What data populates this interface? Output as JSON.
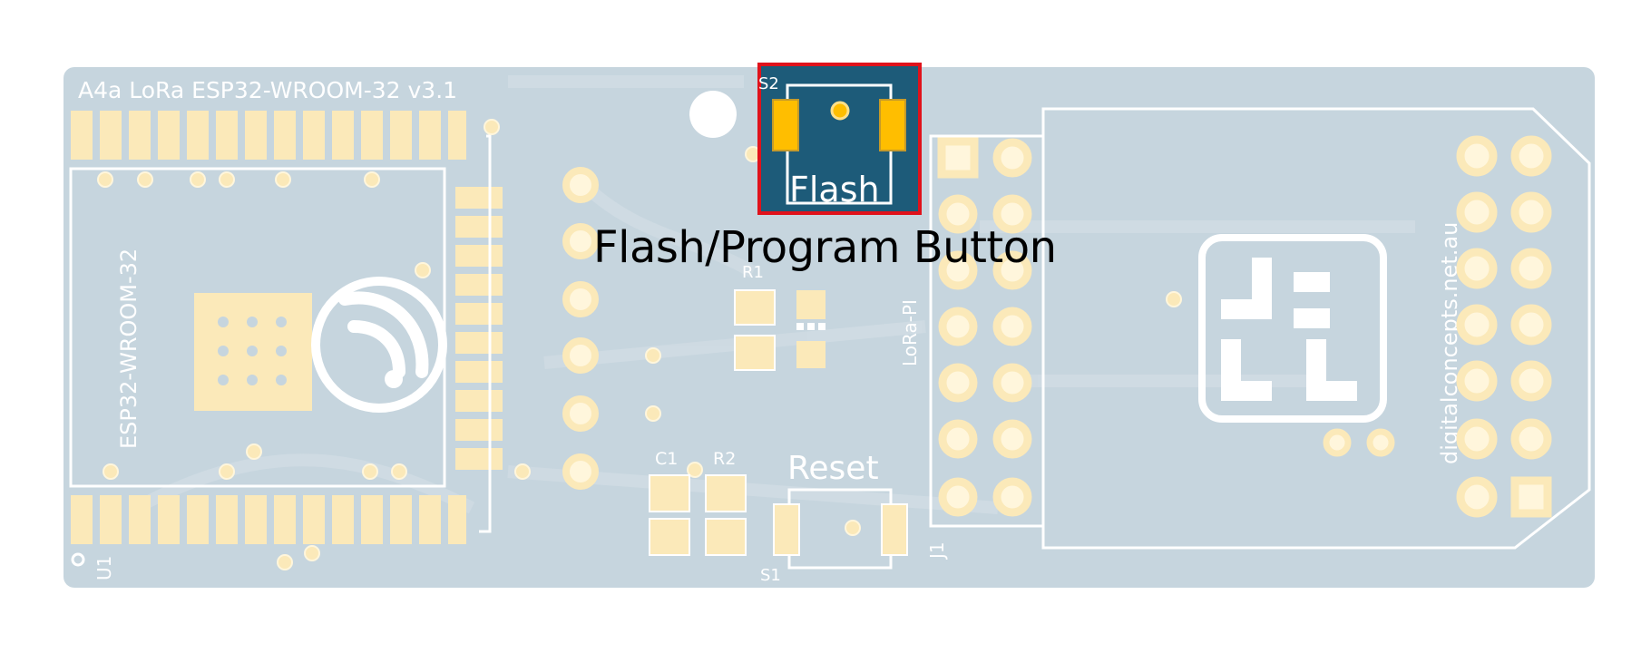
{
  "board": {
    "title": "A4a LoRa ESP32-WROOM-32 v3.1",
    "module_label": "ESP32-WROOM-32",
    "header_label": "LoRa-PI",
    "website": "digitalconcepts.net.au",
    "refdes": {
      "u1": "U1",
      "s2": "S2",
      "s1": "S1",
      "r1": "R1",
      "c1": "C1",
      "r2": "R2",
      "j1": "J1"
    },
    "reset_label": "Reset",
    "colors": {
      "board": "#c6d5de",
      "pad": "#fbe9b9",
      "silk": "#ffffff",
      "trace": "#cfdbe3"
    }
  },
  "highlight": {
    "flash_label": "Flash",
    "annotation": "Flash/Program Button",
    "box_color": "#e0121b",
    "fill_color": "#1d5b79",
    "pad_color": "#ffbe00"
  }
}
